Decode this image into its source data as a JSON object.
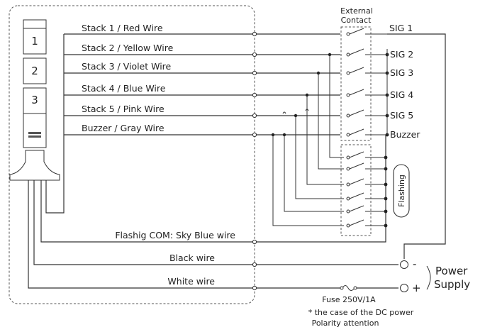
{
  "diagram": {
    "external_contact": [
      "External",
      "Contact"
    ],
    "tower_stacks": [
      "1",
      "2",
      "3"
    ],
    "wires": [
      "Stack 1 / Red Wire",
      "Stack 2 / Yellow Wire",
      "Stack 3 / Violet Wire",
      "Stack 4 / Blue Wire",
      "Stack 5 / Pink Wire",
      "Buzzer / Gray Wire"
    ],
    "signals": [
      "SIG 1",
      "SIG 2",
      "SIG 3",
      "SIG 4",
      "SIG 5",
      "Buzzer"
    ],
    "flashing_label": "Flashing",
    "common_wires": {
      "flashing_com": "Flashig COM: Sky Blue wire",
      "black": "Black wire",
      "white": "White wire"
    },
    "power": {
      "minus": "-",
      "plus": "+",
      "label_line1": "Power",
      "label_line2": "Supply",
      "fuse": "Fuse 250V/1A"
    },
    "note": {
      "line1": "* the case of the DC power",
      "line2": "Polarity attention"
    }
  }
}
